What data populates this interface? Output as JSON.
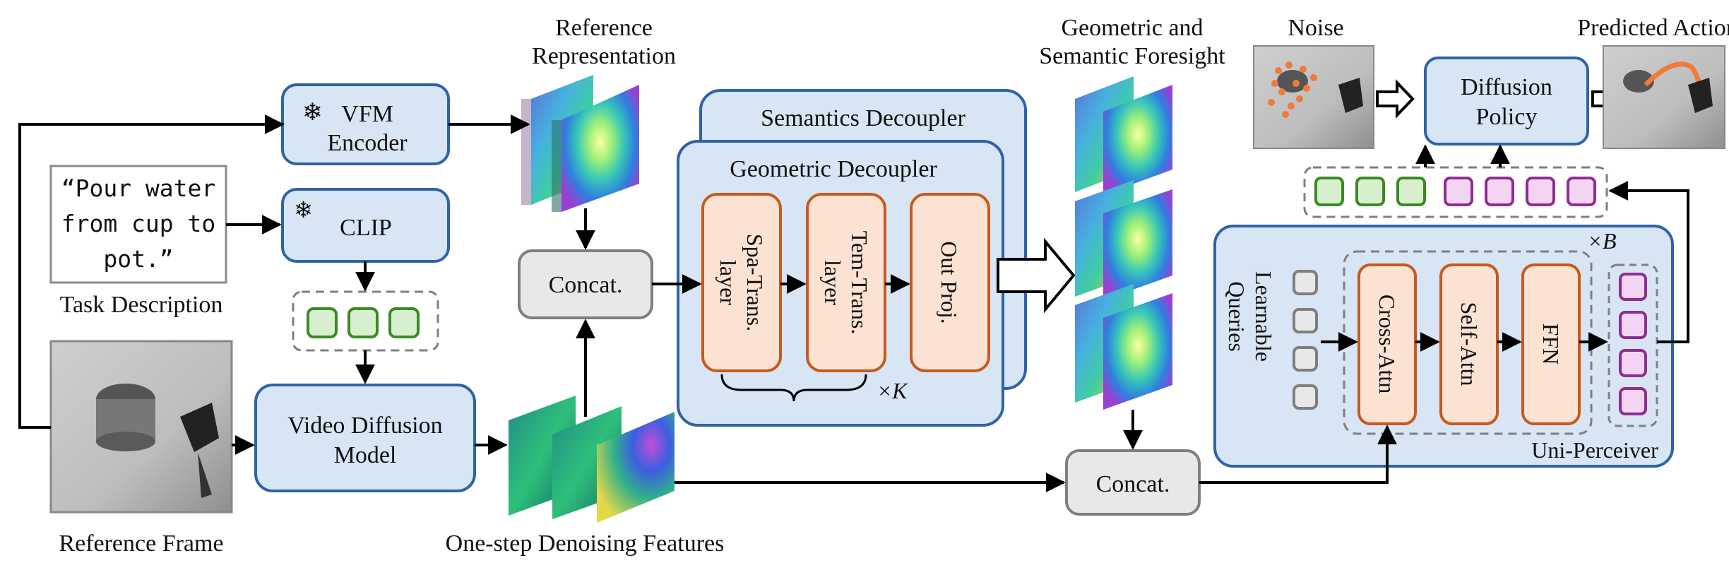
{
  "colors": {
    "blue_stroke": "#2f63a6",
    "blue_fill": "#d7e5f4",
    "orange_stroke": "#c65a1e",
    "orange_fill": "#fbe2d2",
    "gray_stroke": "#7f7f7f",
    "gray_fill": "#e8e8e8",
    "green_stroke": "#3b8a23",
    "green_fill": "#d8efcf",
    "purple_stroke": "#8f2d8f",
    "purple_fill": "#f3d5f3",
    "arrow": "#000000"
  },
  "texts": {
    "vfm_line1": "VFM",
    "vfm_line2": "Encoder",
    "clip": "CLIP",
    "task_quote_l1": "“Pour water",
    "task_quote_l2": "from cup to",
    "task_quote_l3": "pot.”",
    "task_desc": "Task Description",
    "ref_rep_l1": "Reference",
    "ref_rep_l2": "Representation",
    "concat": "Concat.",
    "vdm_l1": "Video Diffusion",
    "vdm_l2": "Model",
    "ref_frame": "Reference Frame",
    "one_step": "One-step Denoising Features",
    "semantics_decoupler": "Semantics Decoupler",
    "geometric_decoupler": "Geometric Decoupler",
    "spa_l1": "Spa-Trans.",
    "spa_l2": "layer",
    "tem_l1": "Tem-Trans.",
    "tem_l2": "layer",
    "out_proj": "Out Proj.",
    "times_k": "×K",
    "foresight_l1": "Geometric and",
    "foresight_l2": "Semantic Foresight",
    "noise": "Noise",
    "predicted_action": "Predicted Action",
    "diffusion_l1": "Diffusion",
    "diffusion_l2": "Policy",
    "times_b": "×B",
    "learnable_l1": "Learnable",
    "learnable_l2": "Queries",
    "cross_attn": "Cross-Attn",
    "self_attn": "Self-Attn",
    "ffn": "FFN",
    "uni_perceiver": "Uni-Perceiver"
  },
  "icons": {
    "frozen": "snowflake-icon"
  }
}
